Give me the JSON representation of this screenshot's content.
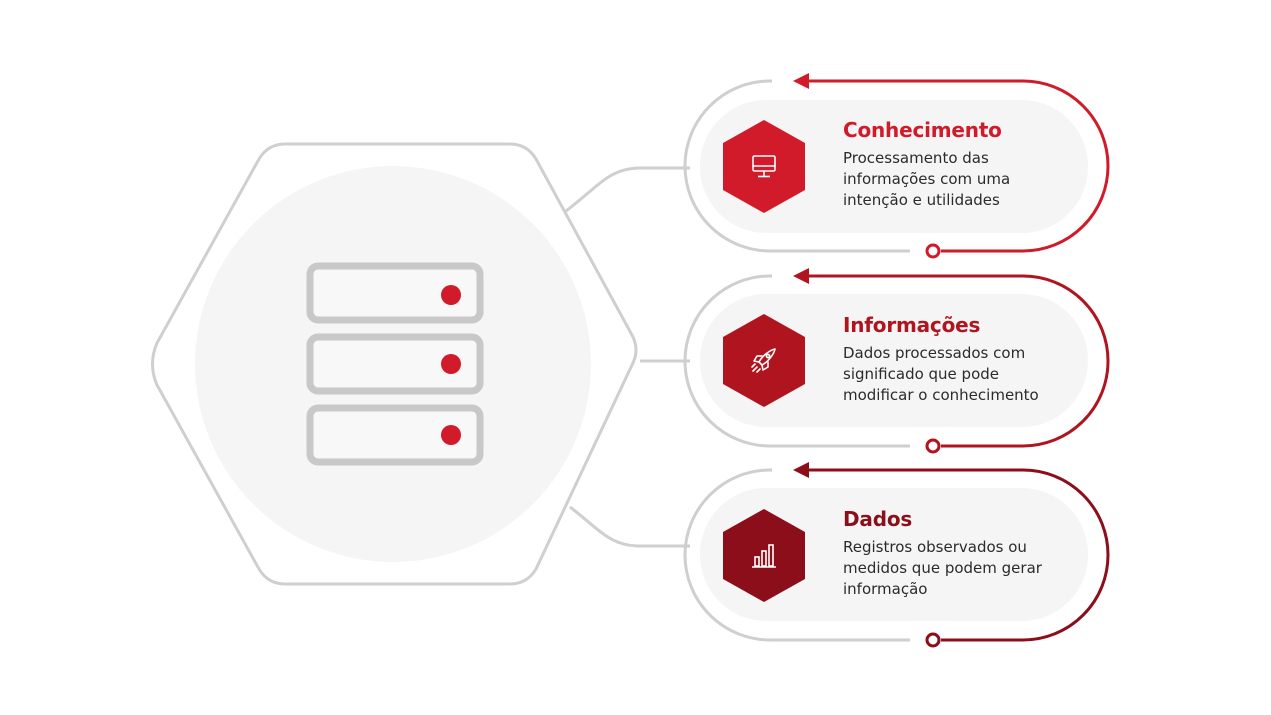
{
  "colors": {
    "outline": "#cfcfcf",
    "panel": "#f5f5f5",
    "server_dot": "#d11a2a",
    "card1_accent": "#d11a2a",
    "card2_accent": "#b0151f",
    "card3_accent": "#8b0e1a"
  },
  "central": {
    "icon": "server-stack-icon"
  },
  "cards": [
    {
      "title": "Conhecimento",
      "description_lines": [
        "Processamento das",
        "informações com uma",
        "intenção e utilidades"
      ],
      "icon": "monitor-icon"
    },
    {
      "title": "Informações",
      "description_lines": [
        "Dados processados com",
        "significado que pode",
        "modificar o conhecimento"
      ],
      "icon": "rocket-icon"
    },
    {
      "title": "Dados",
      "description_lines": [
        "Registros observados ou",
        "medidos que podem gerar",
        "informação"
      ],
      "icon": "bar-chart-icon"
    }
  ]
}
